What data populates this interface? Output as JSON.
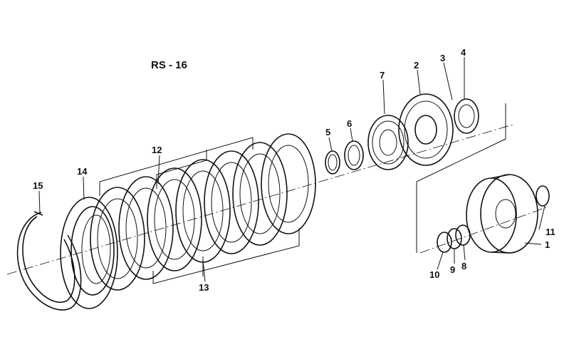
{
  "diagram": {
    "title": "RS - 16",
    "part_labels": {
      "p1": "1",
      "p2": "2",
      "p3": "3",
      "p4": "4",
      "p5": "5",
      "p6": "6",
      "p7": "7",
      "p8": "8",
      "p9": "9",
      "p10": "10",
      "p11": "11",
      "p12": "12",
      "p13": "13",
      "p14": "14",
      "p15": "15"
    }
  }
}
